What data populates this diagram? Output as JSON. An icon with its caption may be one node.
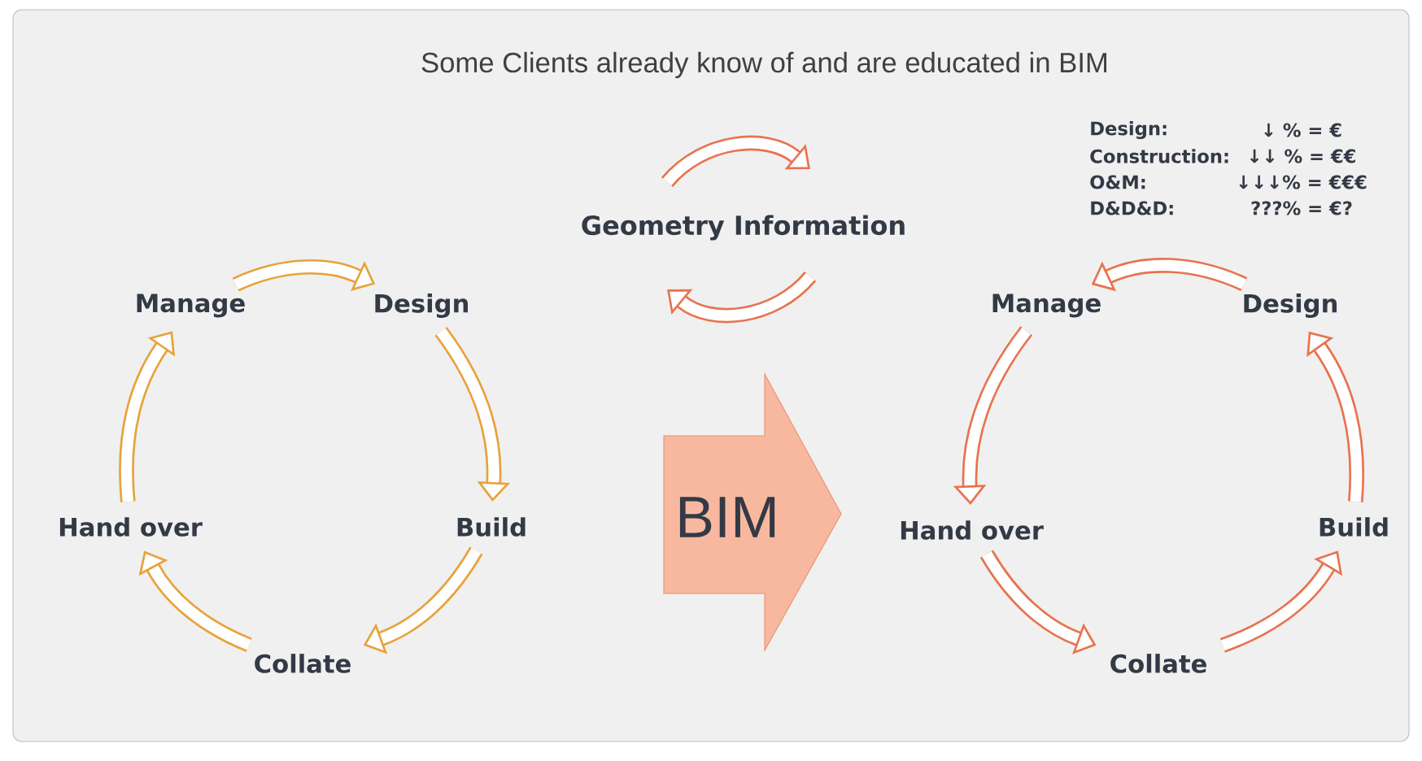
{
  "diagram": {
    "title": "Some Clients already know of and are educated in BIM",
    "nodes": [
      {
        "text": [
          "Manage"
        ]
      },
      {
        "text": [
          "Design"
        ]
      },
      {
        "text": [
          "Build"
        ]
      },
      {
        "text": [
          "Collate"
        ]
      },
      {
        "text": [
          "Hand over"
        ]
      },
      {
        "text": [
          "Manage"
        ]
      },
      {
        "text": [
          "Design"
        ]
      },
      {
        "text": [
          "Build"
        ]
      },
      {
        "text": [
          "Collate"
        ]
      },
      {
        "text": [
          "Hand over"
        ]
      },
      {
        "text": [
          "Geometry Information"
        ]
      },
      {
        "text": [
          "BIM"
        ]
      }
    ],
    "edges": [
      {
        "from": 0,
        "to": 1,
        "arrow": "to",
        "color": "#e8a23a"
      },
      {
        "from": 1,
        "to": 2,
        "arrow": "to",
        "color": "#e8a23a"
      },
      {
        "from": 2,
        "to": 3,
        "arrow": "to",
        "color": "#e8a23a"
      },
      {
        "from": 3,
        "to": 4,
        "arrow": "to",
        "color": "#e8a23a"
      },
      {
        "from": 4,
        "to": 0,
        "arrow": "to",
        "color": "#e8a23a"
      },
      {
        "from": 6,
        "to": 5,
        "arrow": "to",
        "color": "#e8734e"
      },
      {
        "from": 5,
        "to": 9,
        "arrow": "to",
        "color": "#e8734e"
      },
      {
        "from": 9,
        "to": 8,
        "arrow": "to",
        "color": "#e8734e"
      },
      {
        "from": 8,
        "to": 7,
        "arrow": "to",
        "color": "#e8734e"
      },
      {
        "from": 7,
        "to": 6,
        "arrow": "to",
        "color": "#e8734e"
      }
    ],
    "labels": [
      "Design:",
      "↓ % = €",
      "Construction:",
      "↓↓ % = €€",
      "O&M:",
      "↓↓↓% = €€€",
      "D&D&D:",
      "???% = €?"
    ]
  }
}
